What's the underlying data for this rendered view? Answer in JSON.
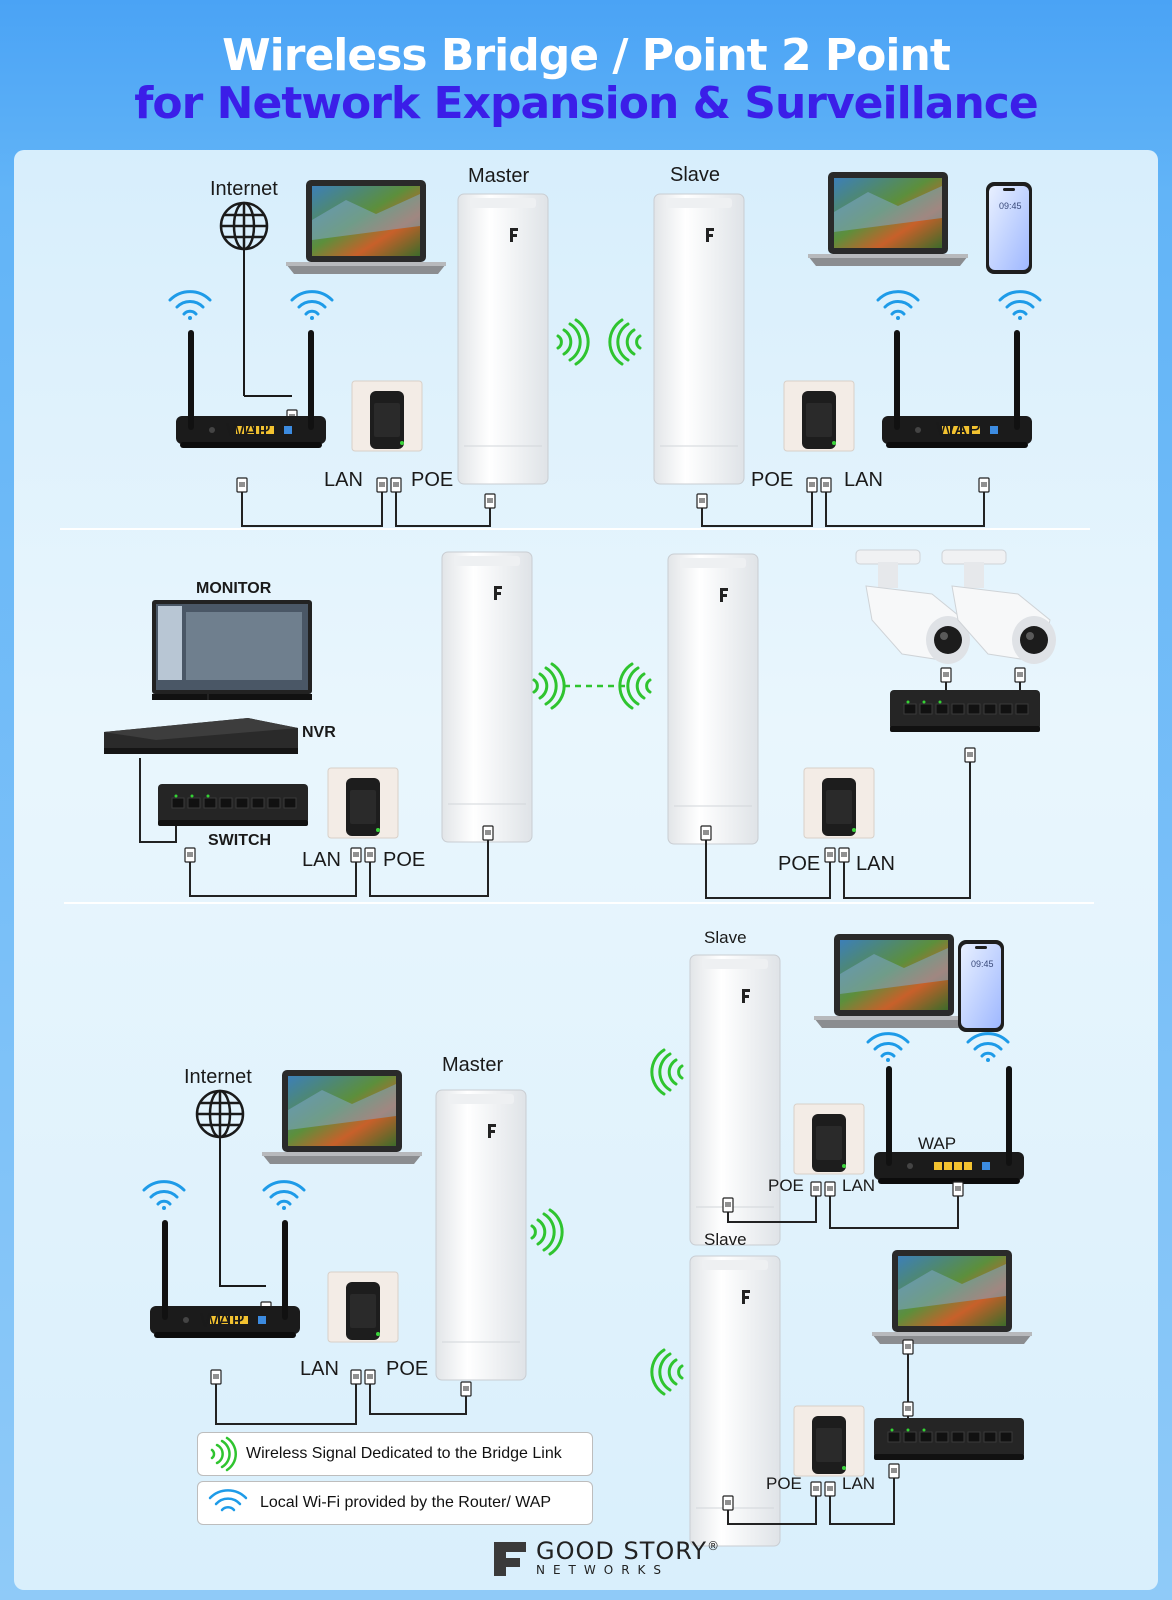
{
  "title": {
    "line1": "Wireless Bridge / Point 2 Point",
    "line2": "for Network Expansion & Surveillance"
  },
  "scene1": {
    "internet": "Internet",
    "master": "Master",
    "slave": "Slave",
    "wap_left": "WAP",
    "wap_right": "WAP",
    "lan_left": "LAN",
    "poe_left": "POE",
    "poe_right": "POE",
    "lan_right": "LAN",
    "phone_time": "09:45"
  },
  "scene2": {
    "monitor": "MONITOR",
    "nvr": "NVR",
    "switch": "SWITCH",
    "lan_left": "LAN",
    "poe_left": "POE",
    "poe_right": "POE",
    "lan_right": "LAN"
  },
  "scene3": {
    "internet": "Internet",
    "master": "Master",
    "slave_top": "Slave",
    "slave_bottom": "Slave",
    "wap_left": "WAP",
    "wap_right": "WAP",
    "lan_left": "LAN",
    "poe_left": "POE",
    "poe_top": "POE",
    "lan_top": "LAN",
    "poe_bottom": "POE",
    "lan_bottom": "LAN",
    "phone_time": "09:45"
  },
  "legend": {
    "bridge": "Wireless Signal Dedicated to the Bridge Link",
    "wifi": "Local Wi-Fi provided by the Router/ WAP"
  },
  "brand": {
    "name": "GOOD STORY",
    "registered": "®",
    "sub": "NETWORKS"
  },
  "colors": {
    "bridge_signal": "#2fc42f",
    "wifi_signal": "#1e9be8",
    "title_accent": "#3b1ee8",
    "cable": "#222222"
  }
}
